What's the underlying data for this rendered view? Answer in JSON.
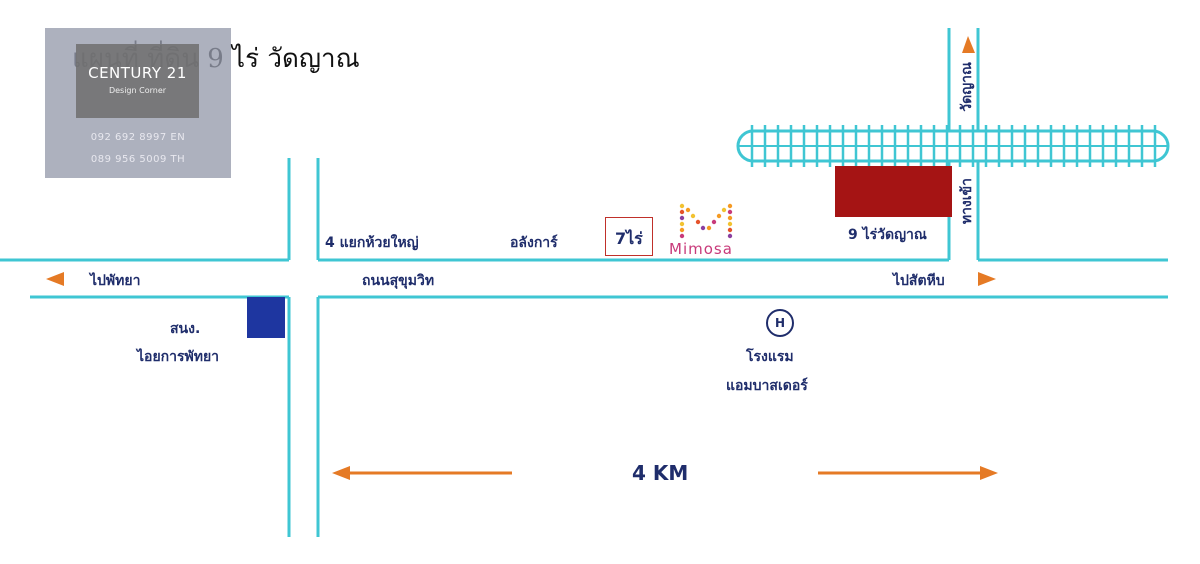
{
  "title": "แผนที่ ที่ดิน 9 ไร่ วัดญาณ",
  "watermark": {
    "brand": "CENTURY 21",
    "sub": "Design Corner",
    "phone_en": "092 692 8997 EN",
    "phone_th": "089 956 5009 TH"
  },
  "labels": {
    "intersection": "4 แยกห้วยใหญ่",
    "alangkan": "อลังการ์",
    "seven": "7ไร่",
    "mimosa": "Mimosa",
    "nine_rai": "9 ไร่วัดญาณ",
    "to_pattaya": "ไปพัทยา",
    "sukhumvit": "ถนนสุขุมวิท",
    "to_sattahip": "ไปสัตหีบ",
    "police_1": "สนง.",
    "police_2": "ไอยการพัทยา",
    "hospital_icon": "H",
    "hotel_1": "โรงแรม",
    "hotel_2": "แอมบาสเดอร์",
    "distance": "4 KM",
    "wat_yan": "วัดญาณ",
    "entrance": "ทางเข้า"
  },
  "colors": {
    "road": "#3fc6d3",
    "arrow": "#e57a25",
    "text": "#1f2d6b",
    "land": "#a51414",
    "blue_block": "#1e36a0"
  },
  "icons": [
    "left-arrow-icon",
    "right-arrow-icon",
    "up-arrow-icon",
    "hospital-icon",
    "mimosa-logo-icon"
  ]
}
